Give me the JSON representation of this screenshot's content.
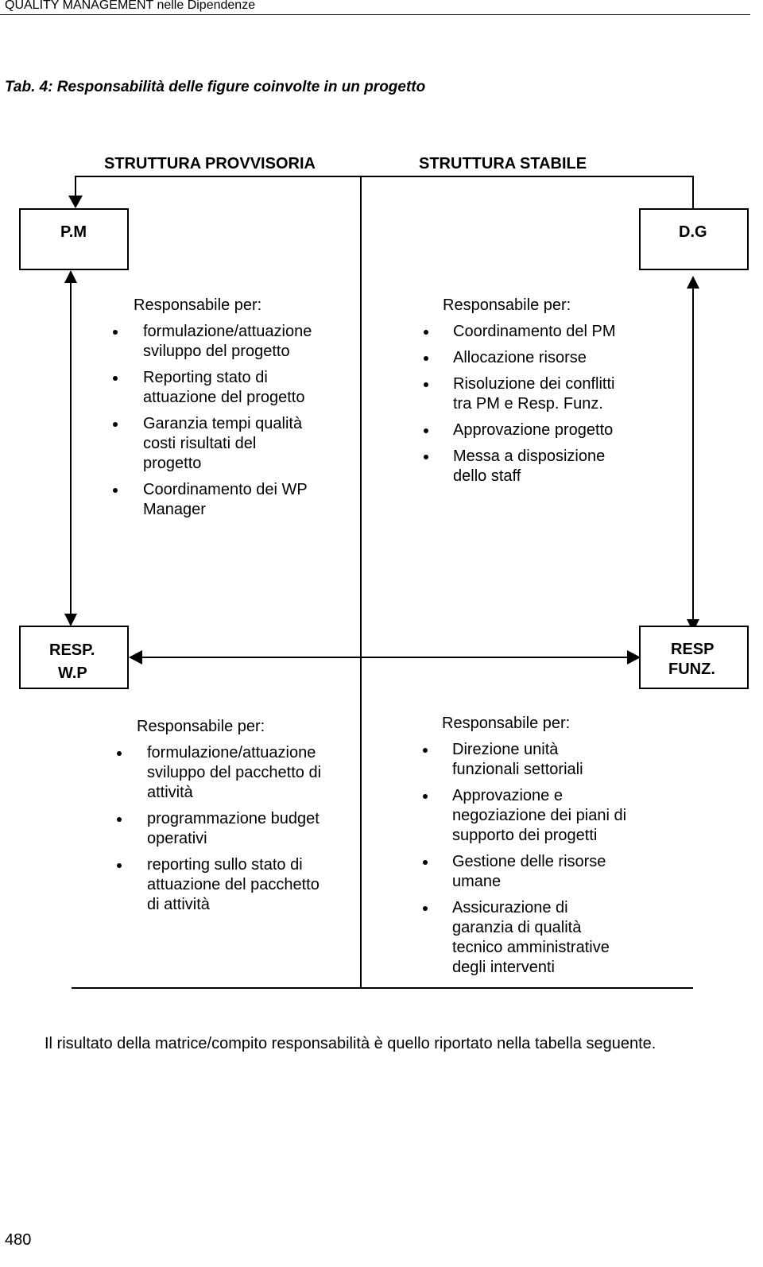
{
  "header": {
    "title": "QUALITY MANAGEMENT nelle Dipendenze"
  },
  "caption": "Tab. 4: Responsabilità delle figure coinvolte in un progetto",
  "structures": {
    "provisional": "STRUTTURA PROVVISORIA",
    "stable": "STRUTTURA STABILE"
  },
  "boxes": {
    "pm": "P.M",
    "dg": "D.G",
    "resp_wp": [
      "RESP.",
      "W.P"
    ],
    "resp_funz": [
      "RESP",
      "FUNZ."
    ]
  },
  "blocks": {
    "pm": {
      "head": "Responsabile per:",
      "items": [
        [
          "formulazione/attuazione",
          "sviluppo del progetto"
        ],
        [
          "Reporting stato di",
          "attuazione del progetto"
        ],
        [
          "Garanzia tempi qualità",
          "costi risultati del",
          "progetto"
        ],
        [
          "Coordinamento dei WP",
          "Manager"
        ]
      ]
    },
    "dg": {
      "head": "Responsabile per:",
      "items": [
        [
          "Coordinamento del PM"
        ],
        [
          "Allocazione risorse"
        ],
        [
          "Risoluzione dei conflitti",
          "tra PM e Resp. Funz."
        ],
        [
          "Approvazione progetto"
        ],
        [
          "Messa a disposizione",
          "dello staff"
        ]
      ]
    },
    "wp": {
      "head": "Responsabile per:",
      "items": [
        [
          "formulazione/attuazione",
          "sviluppo del pacchetto di",
          "attività"
        ],
        [
          "programmazione budget",
          "operativi"
        ],
        [
          "reporting sullo stato di",
          "attuazione del pacchetto",
          "di attività"
        ]
      ]
    },
    "funz": {
      "head": "Responsabile per:",
      "items": [
        [
          "Direzione unità",
          "funzionali settoriali"
        ],
        [
          "Approvazione e",
          "negoziazione dei piani di",
          "supporto dei progetti"
        ],
        [
          "Gestione delle risorse",
          "umane"
        ],
        [
          "Assicurazione di",
          "garanzia di qualità",
          "tecnico amministrative",
          "degli interventi"
        ]
      ]
    }
  },
  "footer_text": "Il risultato della matrice/compito responsabilità è quello riportato nella tabella seguente.",
  "page_number": "480"
}
